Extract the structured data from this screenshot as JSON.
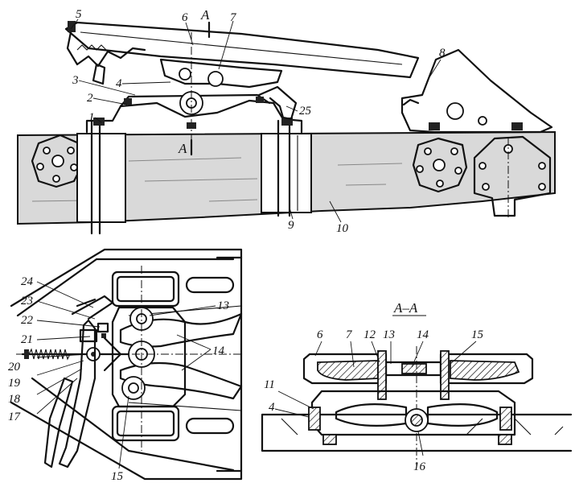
{
  "labels": {
    "l1": "1",
    "l2": "2",
    "l3": "3",
    "l4": "4",
    "l5": "5",
    "l6": "6",
    "l7": "7",
    "l8": "8",
    "l9": "9",
    "l10": "10",
    "l11": "11",
    "l12": "12",
    "l13": "13",
    "l14": "14",
    "l15": "15",
    "l16": "16",
    "l17": "17",
    "l18": "18",
    "l19": "19",
    "l20": "20",
    "l21": "21",
    "l22": "22",
    "l23": "23",
    "l24": "24",
    "l25": "25"
  },
  "section": {
    "mark": "A",
    "title": "A–A"
  }
}
